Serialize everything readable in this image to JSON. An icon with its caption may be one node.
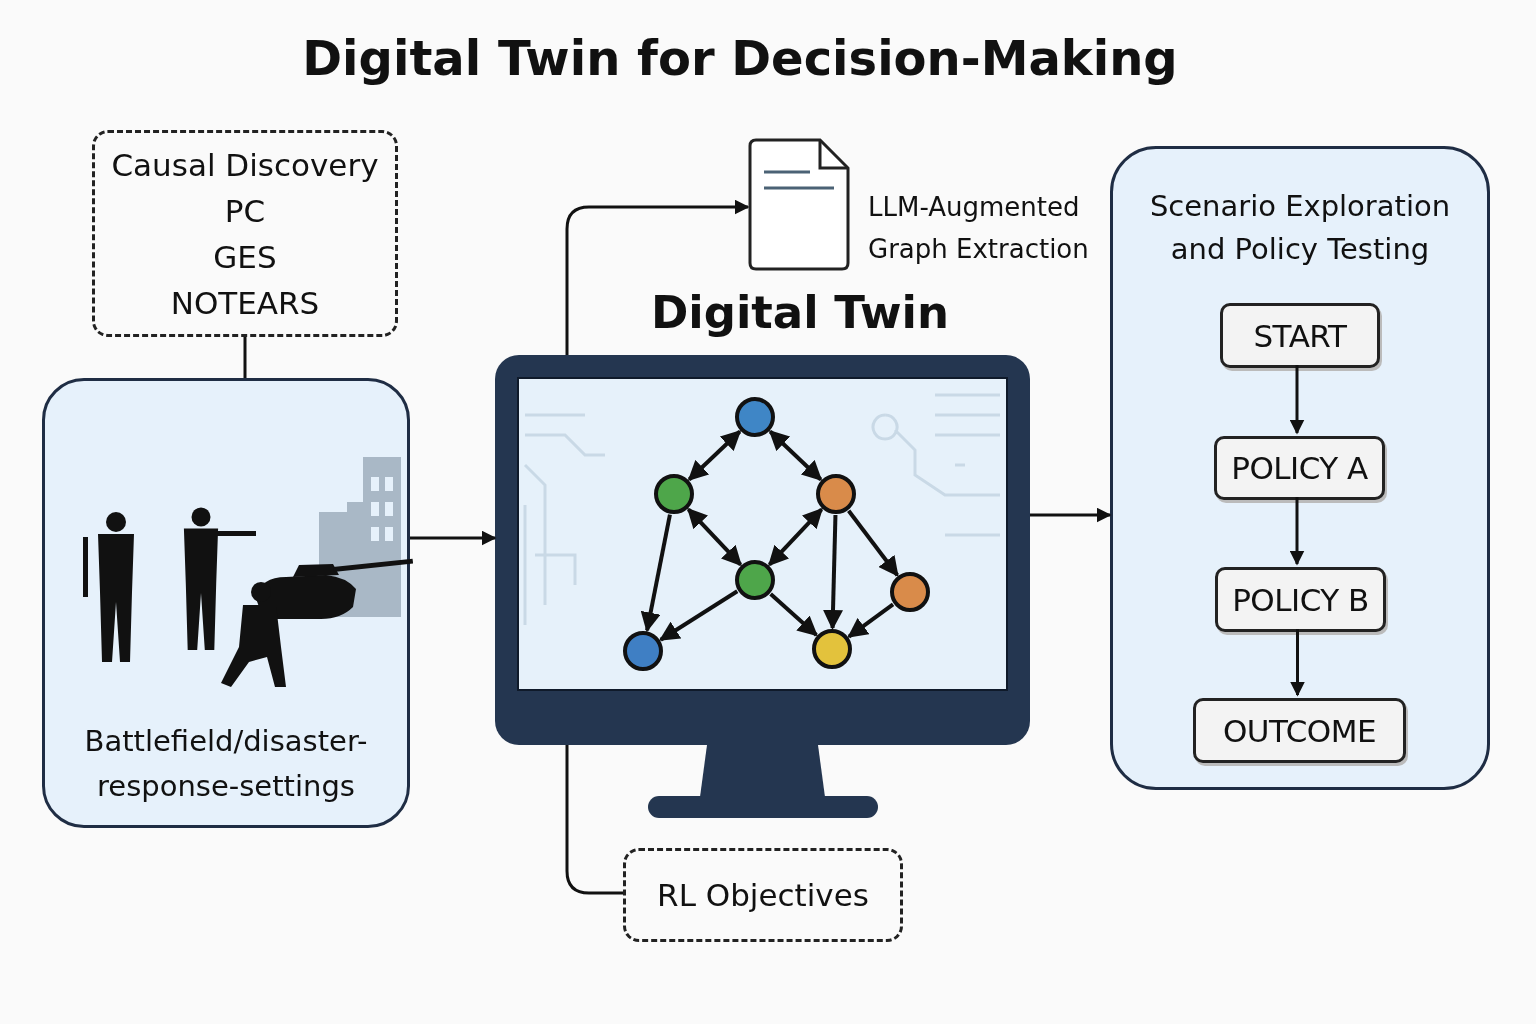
{
  "diagram": {
    "title": "Digital Twin for Decision-Making",
    "nodes": [
      {
        "text": [
          "Causal Discovery",
          "PC",
          "GES",
          "NOTEARS"
        ]
      },
      {
        "text": [
          "Battlefield/disaster-response-settings"
        ]
      },
      {
        "text": [
          "Digital Twin"
        ]
      },
      {
        "text": [],
        "shape": "circle",
        "in": 2
      },
      {
        "text": [],
        "shape": "circle",
        "in": 2
      },
      {
        "text": [],
        "shape": "circle",
        "in": 2
      },
      {
        "text": [],
        "shape": "circle",
        "in": 2
      },
      {
        "text": [],
        "shape": "circle",
        "in": 2
      },
      {
        "text": [],
        "shape": "circle",
        "in": 2
      },
      {
        "text": [],
        "shape": "circle",
        "in": 2
      },
      {
        "text": [],
        "shape": "picture",
        "beside": [
          "LLM-Augmented Graph Extraction"
        ]
      },
      {
        "text": [
          "Scenario Exploration and Policy Testing"
        ]
      },
      {
        "text": [
          "START"
        ],
        "in": 11
      },
      {
        "text": [
          "POLICY A"
        ],
        "in": 11
      },
      {
        "text": [
          "POLICY B"
        ],
        "in": 11
      },
      {
        "text": [
          "OUTCOME"
        ],
        "in": 11
      },
      {
        "text": [
          "RL Objectives"
        ]
      }
    ],
    "edges": [
      {
        "from": 0,
        "to": 1,
        "arrow": "none"
      },
      {
        "from": 1,
        "to": 2,
        "arrow": "to"
      },
      {
        "from": 2,
        "to": 10,
        "arrow": "to"
      },
      {
        "from": 2,
        "to": 11,
        "arrow": "to"
      },
      {
        "from": 2,
        "to": 16,
        "arrow": "none"
      },
      {
        "from": 12,
        "to": 13,
        "arrow": "to"
      },
      {
        "from": 13,
        "to": 14,
        "arrow": "to"
      },
      {
        "from": 14,
        "to": 15,
        "arrow": "to"
      },
      {
        "from": 3,
        "to": 4,
        "arrow": "both"
      },
      {
        "from": 3,
        "to": 5,
        "arrow": "both"
      },
      {
        "from": 4,
        "to": 6,
        "arrow": "both"
      },
      {
        "from": 5,
        "to": 6,
        "arrow": "both"
      },
      {
        "from": 4,
        "to": 8,
        "arrow": "to"
      },
      {
        "from": 6,
        "to": 8,
        "arrow": "to"
      },
      {
        "from": 6,
        "to": 9,
        "arrow": "to"
      },
      {
        "from": 5,
        "to": 9,
        "arrow": "to"
      },
      {
        "from": 5,
        "to": 7,
        "arrow": "to"
      },
      {
        "from": 7,
        "to": 9,
        "arrow": "to"
      }
    ]
  }
}
